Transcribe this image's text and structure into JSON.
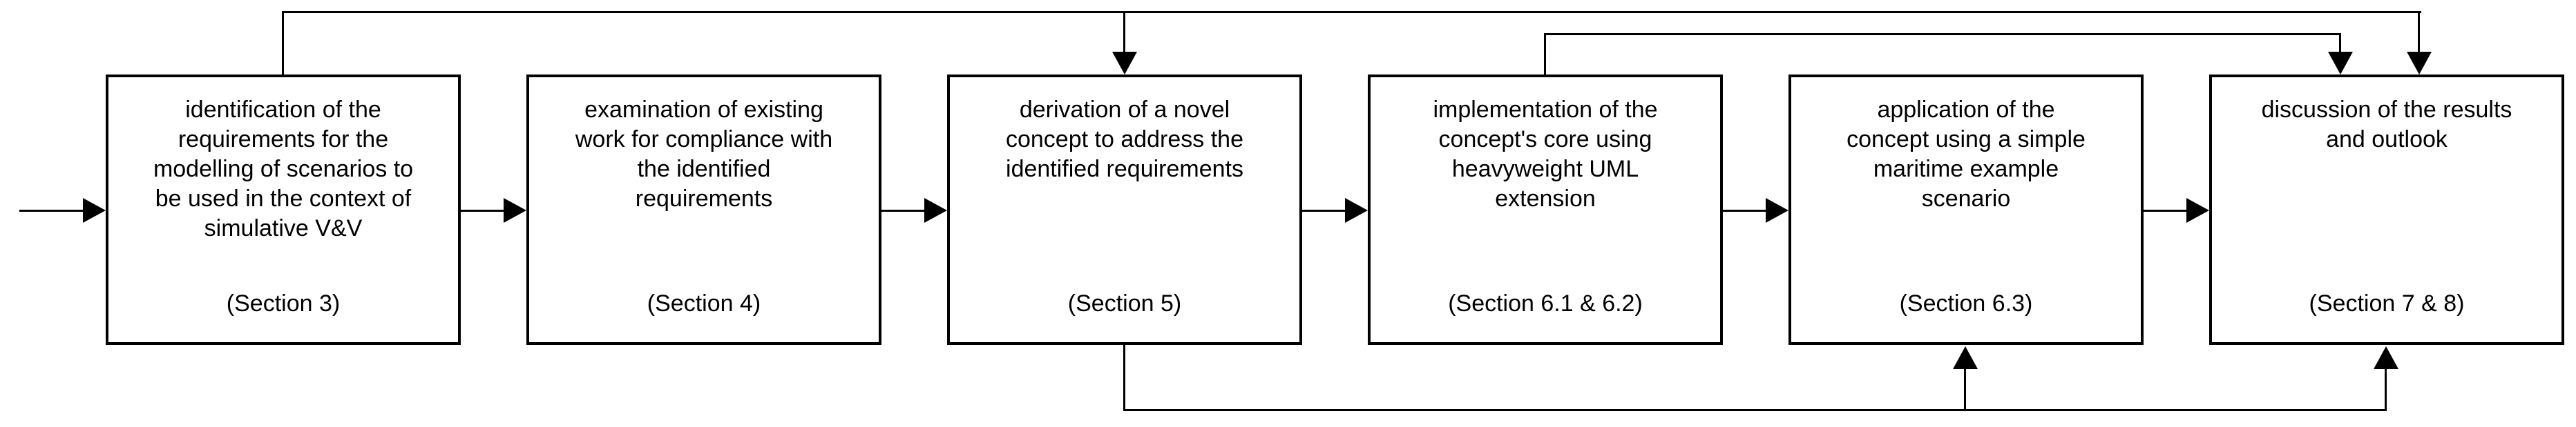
{
  "figure": {
    "description": "process flow diagram of the paper structure: six sequential steps with feedback/forward arrows routed above and below the boxes",
    "background_color": "#ffffff",
    "line_color": "#000000",
    "text_color": "#000000",
    "boxes": [
      {
        "id": "step-1",
        "text": "identification of the\nrequirements for the\nmodelling of scenarios to\nbe used in the context of\nsimulative V&V",
        "section": "(Section 3)"
      },
      {
        "id": "step-2",
        "text": "examination of existing\nwork for compliance with\nthe identified\nrequirements",
        "section": "(Section 4)"
      },
      {
        "id": "step-3",
        "text": "derivation of a novel\nconcept to address the\nidentified requirements",
        "section": "(Section 5)"
      },
      {
        "id": "step-4",
        "text": "implementation of the\nconcept's core using\nheavyweight UML\nextension",
        "section": "(Section 6.1 & 6.2)"
      },
      {
        "id": "step-5",
        "text": "application of the\nconcept using a simple\nmaritime example\nscenario",
        "section": "(Section 6.3)"
      },
      {
        "id": "step-6",
        "text": "discussion of the results\nand outlook",
        "section": "(Section 7 & 8)"
      }
    ],
    "edges": [
      {
        "from": "start",
        "to": "step-1",
        "route": "middle"
      },
      {
        "from": "step-1",
        "to": "step-2",
        "route": "middle"
      },
      {
        "from": "step-2",
        "to": "step-3",
        "route": "middle"
      },
      {
        "from": "step-3",
        "to": "step-4",
        "route": "middle"
      },
      {
        "from": "step-4",
        "to": "step-5",
        "route": "middle"
      },
      {
        "from": "step-5",
        "to": "step-6",
        "route": "middle"
      },
      {
        "from": "step-1",
        "to": "step-3",
        "route": "top"
      },
      {
        "from": "step-1",
        "to": "step-6",
        "route": "top"
      },
      {
        "from": "step-4",
        "to": "step-6",
        "route": "top"
      },
      {
        "from": "step-3",
        "to": "step-5",
        "route": "bottom"
      },
      {
        "from": "step-3",
        "to": "step-6",
        "route": "bottom"
      }
    ]
  }
}
